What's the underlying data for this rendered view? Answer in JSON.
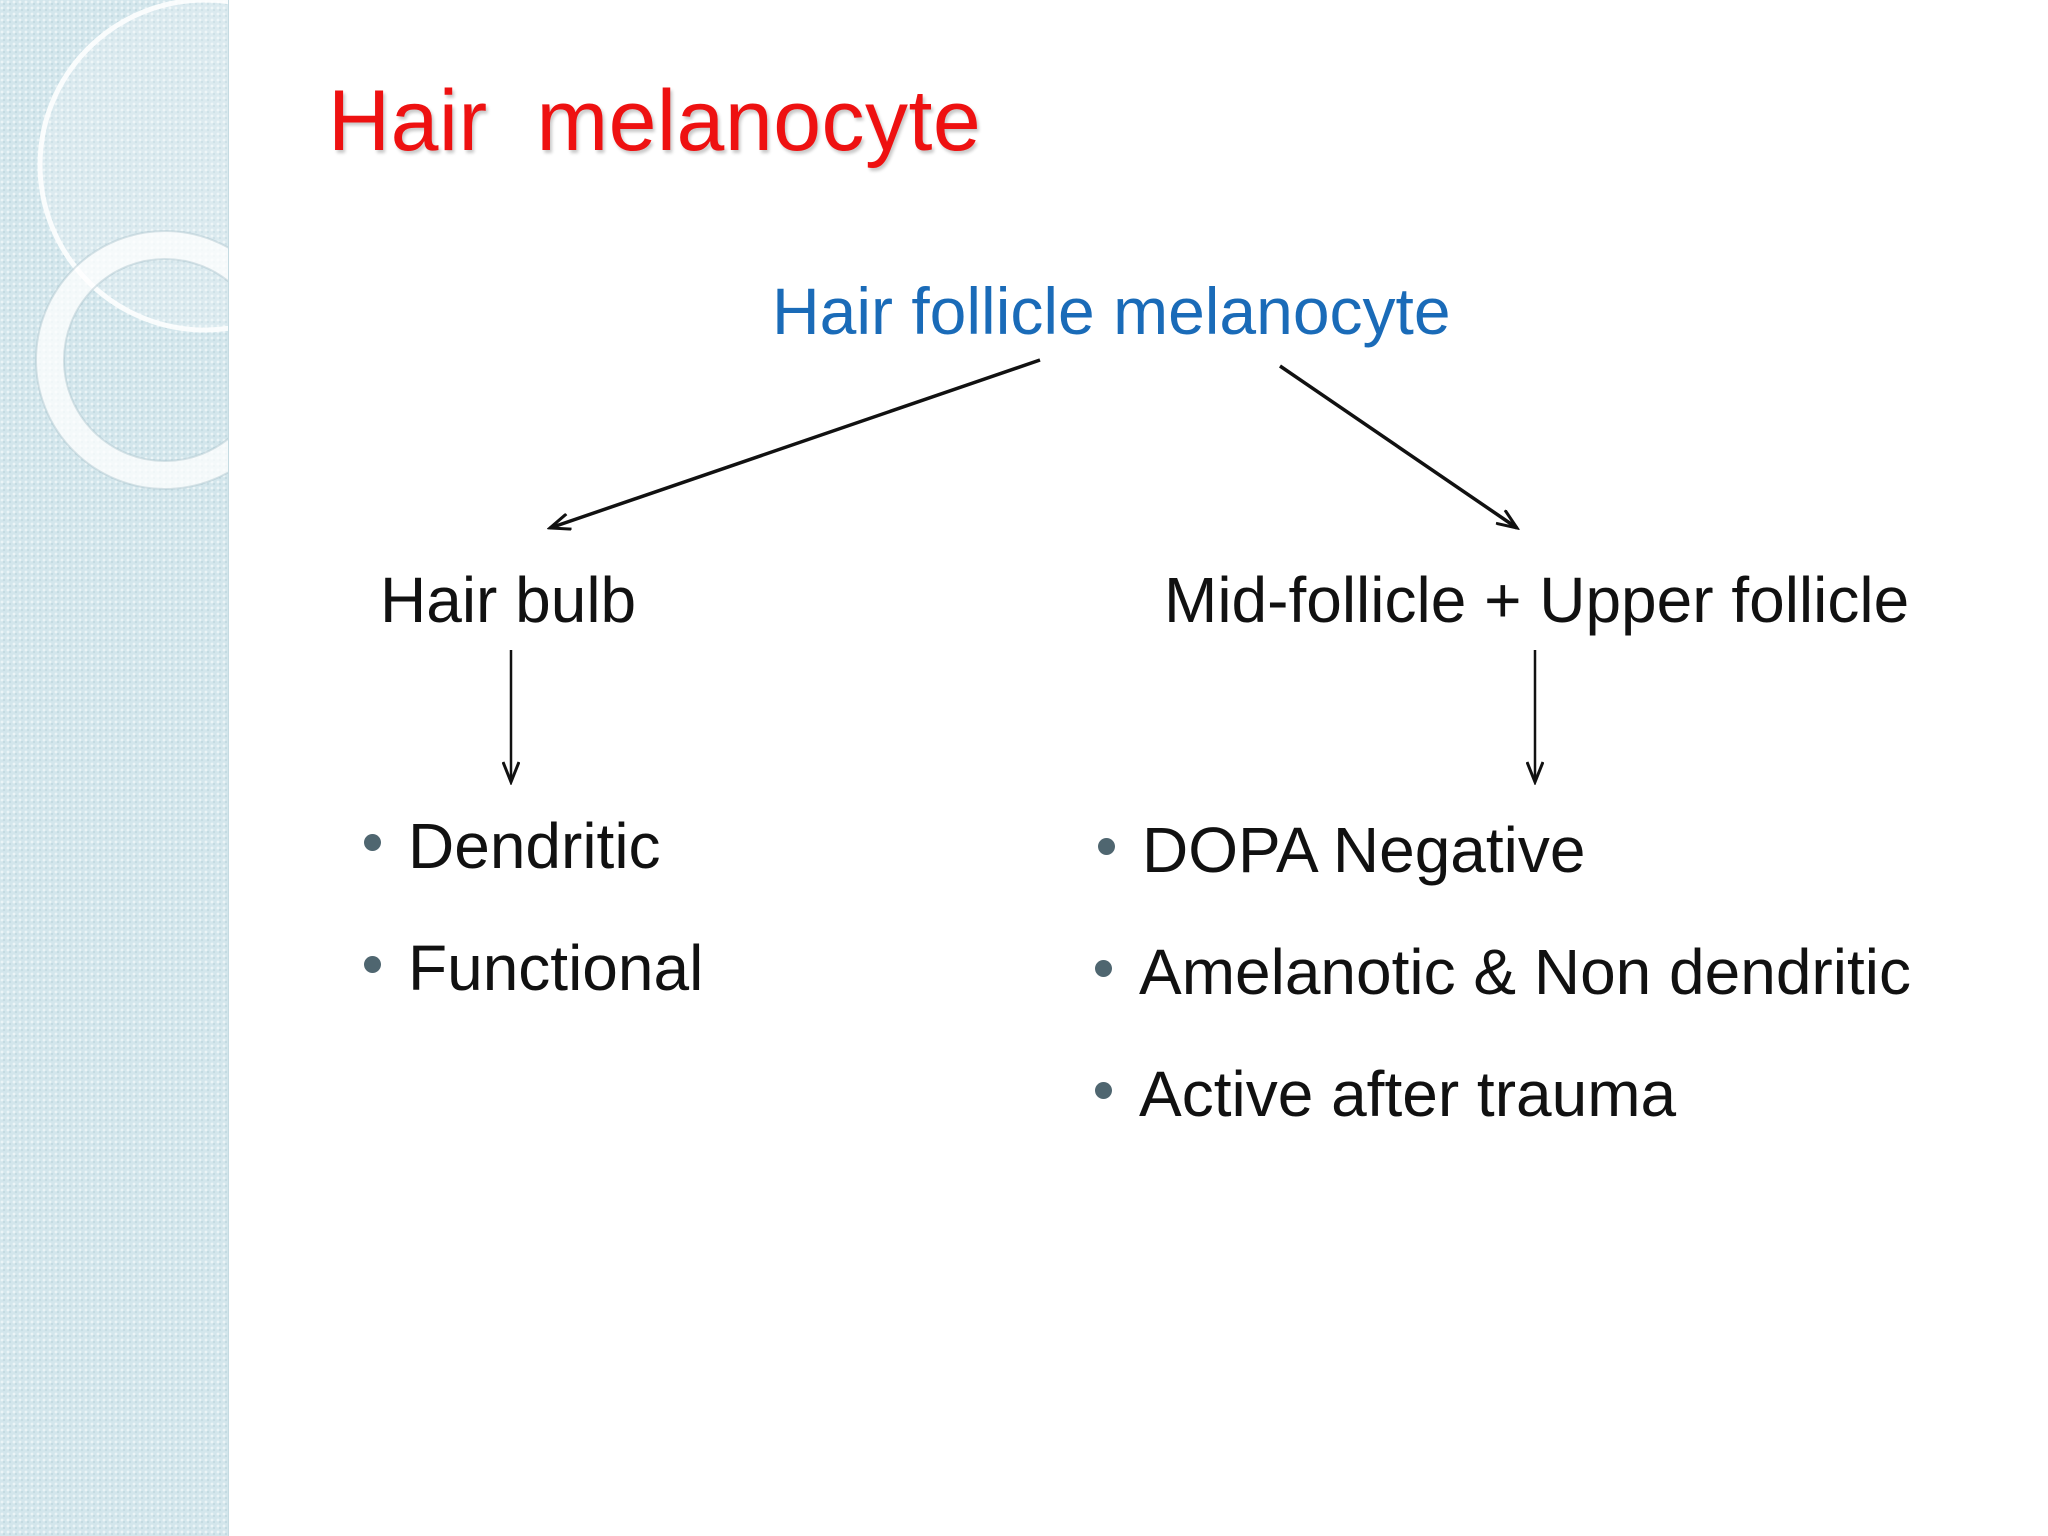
{
  "slide": {
    "title": "Hair  melanocyte",
    "root": "Hair follicle melanocyte",
    "branches": [
      {
        "label": "Hair bulb",
        "bullets": [
          "Dendritic",
          "Functional"
        ]
      },
      {
        "label": "Mid-follicle + Upper follicle",
        "bullets": [
          "DOPA Negative",
          "Amelanotic & Non dendritic",
          "Active after trauma"
        ]
      }
    ]
  },
  "colors": {
    "title": "#ee1111",
    "root": "#1a6bb8",
    "text": "#111111",
    "bullet": "#4f6670",
    "side_panel": "#d3e6ec"
  }
}
